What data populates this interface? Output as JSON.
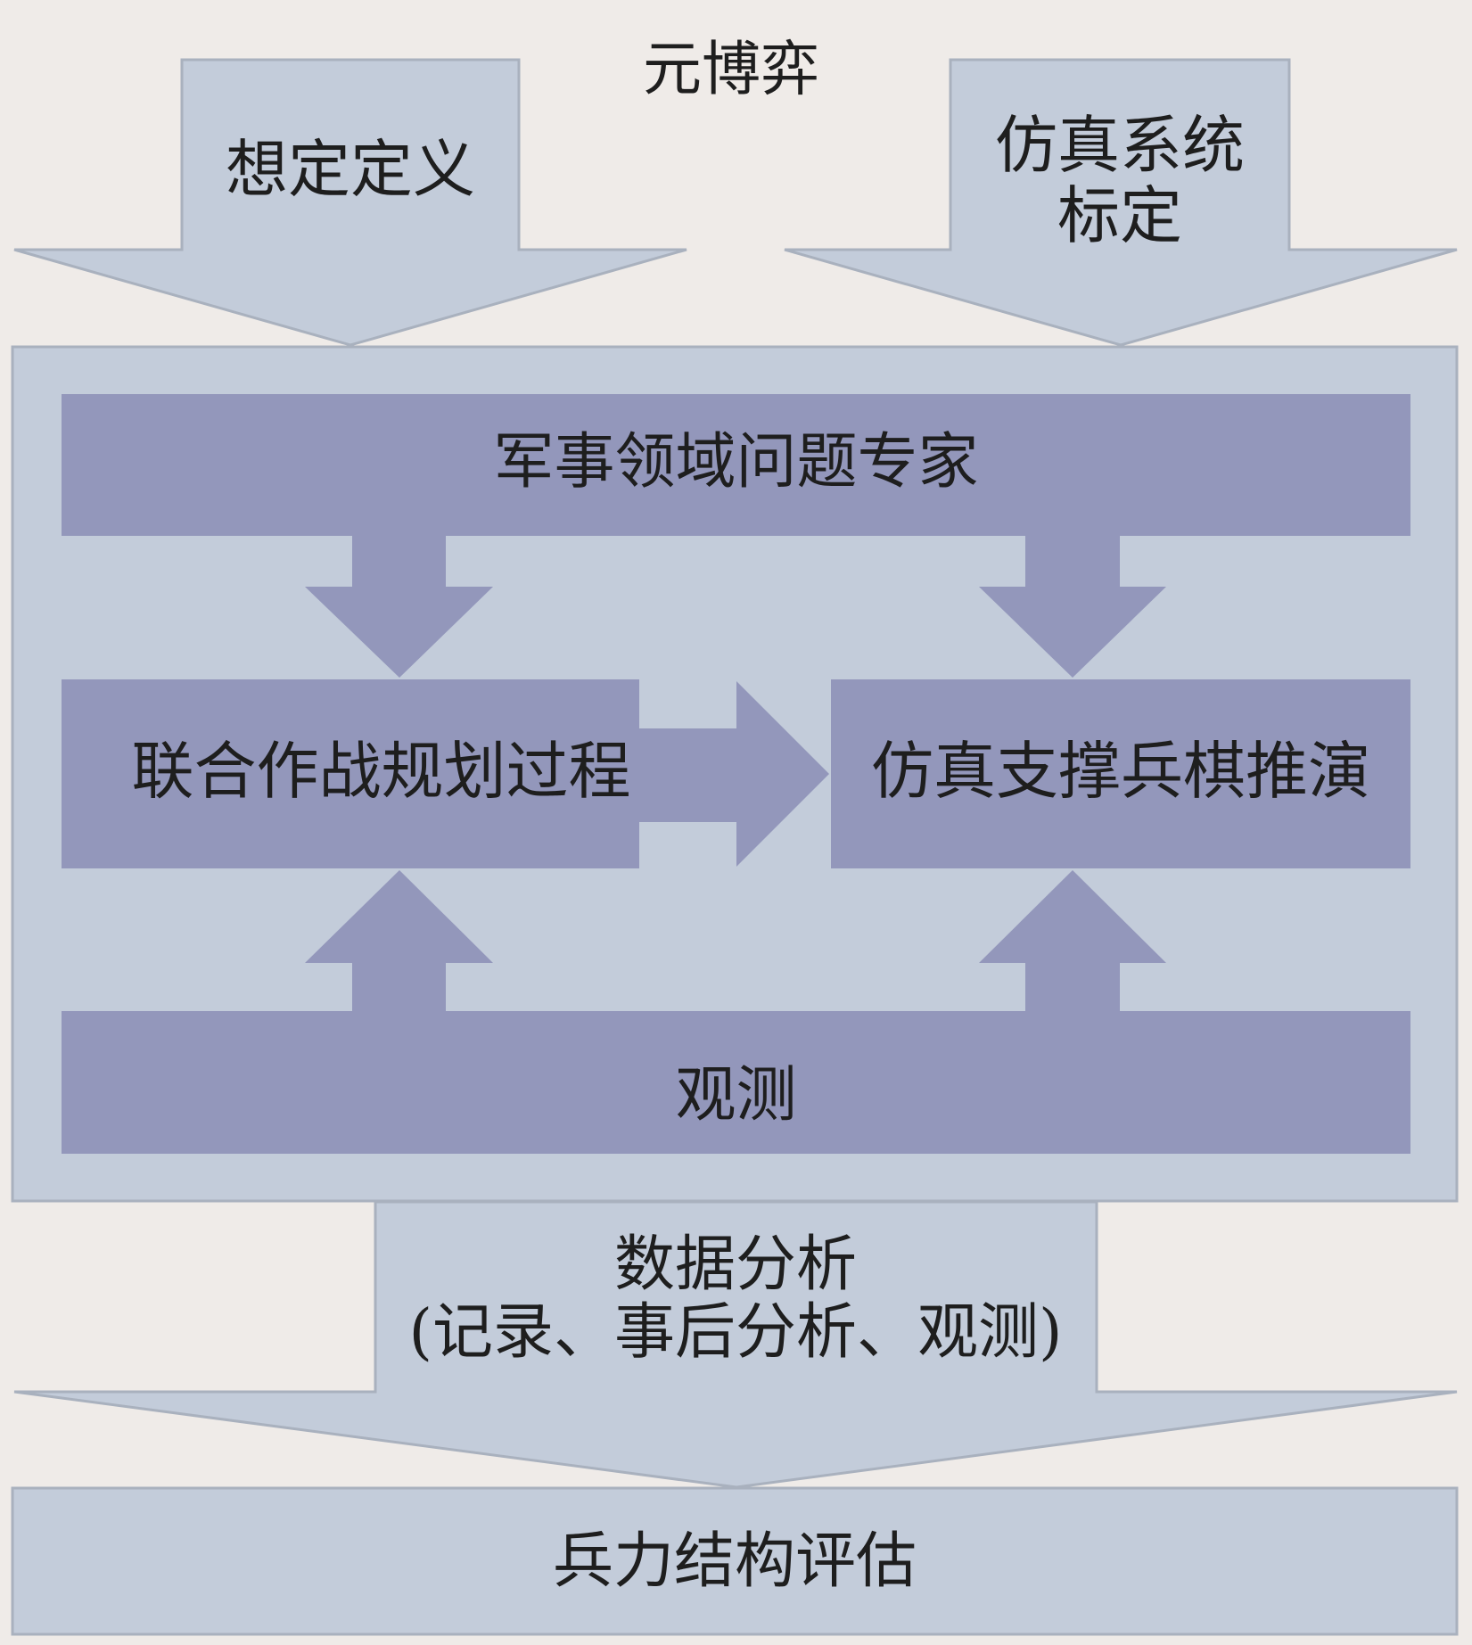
{
  "title": "元博弈",
  "inputs": {
    "left": "想定定义",
    "right_line1": "仿真系统",
    "right_line2": "标定"
  },
  "core": {
    "experts": "军事领域问题专家",
    "planning": "联合作战规划过程",
    "wargame": "仿真支撑兵棋推演",
    "observation": "观测"
  },
  "analysis": {
    "line1": "数据分析",
    "line2": "(记录、事后分析、观测)"
  },
  "output": "兵力结构评估",
  "colors": {
    "background": "#efebe8",
    "light_fill": "#c3ccda",
    "light_stroke": "#a9b1be",
    "dark_fill": "#9397bb"
  }
}
